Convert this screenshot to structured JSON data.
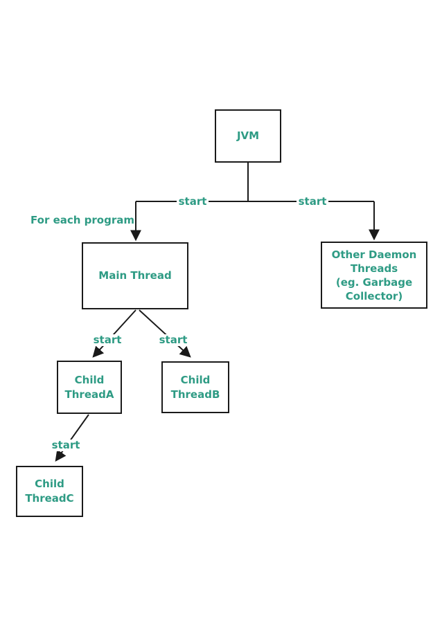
{
  "diagram": {
    "nodes": {
      "jvm": {
        "label": "JVM"
      },
      "main_thread": {
        "label": "Main Thread"
      },
      "daemon_threads": {
        "lines": [
          "Other Daemon",
          "Threads",
          "(eg. Garbage",
          "Collector)"
        ]
      },
      "child_a": {
        "lines": [
          "Child",
          "ThreadA"
        ]
      },
      "child_b": {
        "lines": [
          "Child",
          "ThreadB"
        ]
      },
      "child_c": {
        "lines": [
          "Child",
          "ThreadC"
        ]
      }
    },
    "edge_labels": {
      "jvm_to_main": "start",
      "jvm_to_daemon": "start",
      "main_to_child_a": "start",
      "main_to_child_b": "start",
      "child_a_to_child_c": "start"
    },
    "annotations": {
      "for_each_program": "For each program"
    }
  },
  "colors": {
    "text_accent": "#2E9B84",
    "line": "#1a1a1a",
    "background": "#ffffff"
  }
}
